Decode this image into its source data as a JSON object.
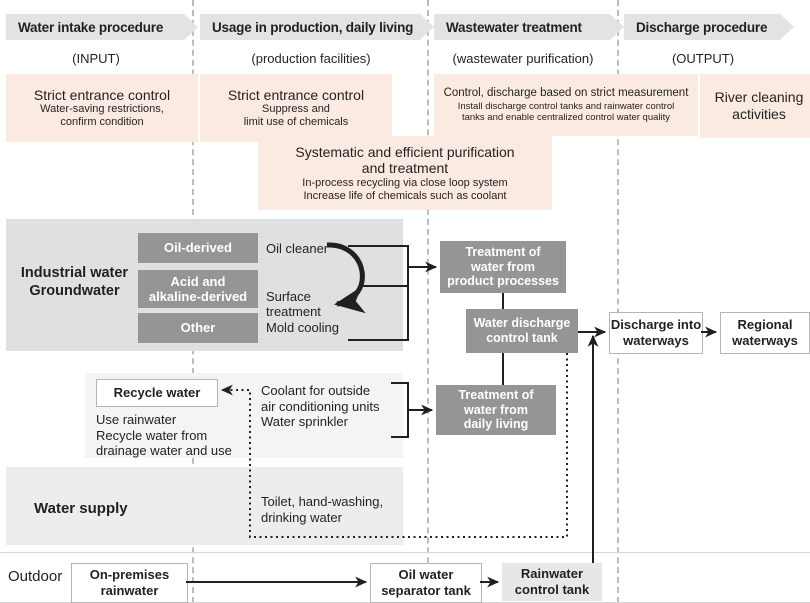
{
  "columns": [
    {
      "title": "Water intake procedure",
      "sub": "(INPUT)"
    },
    {
      "title": "Usage in production, daily living",
      "sub": "(production facilities)"
    },
    {
      "title": "Wastewater treatment",
      "sub": "(wastewater purification)"
    },
    {
      "title": "Discharge procedure",
      "sub": "(OUTPUT)"
    }
  ],
  "callouts": {
    "intake": {
      "title": "Strict entrance control",
      "line1": "Water-saving restrictions,",
      "line2": "confirm condition"
    },
    "usage": {
      "title": "Strict entrance control",
      "line1": "Suppress and",
      "line2": "limit use of chemicals"
    },
    "wastewater": {
      "title": "Control, discharge based on strict measurement",
      "line1": "Install discharge control tanks and rainwater control",
      "line2": "tanks and enable centralized control water quality"
    },
    "discharge": {
      "line1": "River cleaning",
      "line2": "activities"
    },
    "systematic": {
      "title1": "Systematic and efficient purification",
      "title2": "and treatment",
      "line1": "In-process recycling via close loop system",
      "line2": "Increase life of chemicals such as coolant"
    }
  },
  "sources": {
    "label_line1": "Industrial water",
    "label_line2": "Groundwater",
    "types": [
      "Oil-derived",
      "Acid and\nalkaline-derived",
      "Other"
    ],
    "uses": [
      "Oil cleaner",
      "Surface\ntreatment",
      "Mold cooling"
    ]
  },
  "treatment": {
    "product": "Treatment of\nwater from\nproduct processes",
    "daily": "Treatment of\nwater from\ndaily living",
    "discharge_tank": "Water discharge\ncontrol tank"
  },
  "outputs": {
    "discharge_into": "Discharge into\nwaterways",
    "regional": "Regional\nwaterways"
  },
  "recycle": {
    "box": "Recycle water",
    "line1": "Use rainwater",
    "line2": "Recycle water from",
    "line3": "drainage water and use"
  },
  "supply": {
    "label": "Water supply",
    "use_a_l1": "Coolant for outside",
    "use_a_l2": "air conditioning units",
    "use_a_l3": "Water sprinkler",
    "use_b_l1": "Toilet, hand-washing,",
    "use_b_l2": "drinking water"
  },
  "outdoor": {
    "label": "Outdoor",
    "rainwater": "On-premises\nrainwater",
    "separator": "Oil water\nseparator tank",
    "rain_tank": "Rainwater\ncontrol tank"
  },
  "colors": {
    "chevron": "#e3e3e3",
    "pink": "#faeae1",
    "chip": "#959595",
    "band_dark": "#e0e0e0",
    "band_mid": "#ededed",
    "band_light": "#f4f4f4",
    "separator": "#bdbdbd",
    "ink": "#231f20"
  }
}
